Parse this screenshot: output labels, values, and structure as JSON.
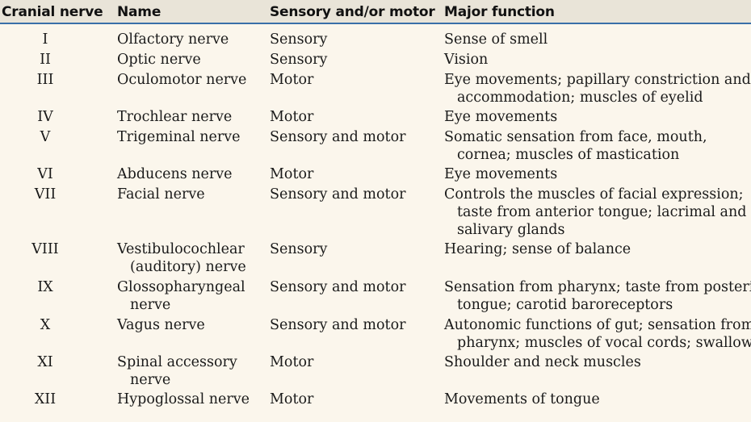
{
  "headers": {
    "num": "Cranial nerve",
    "name": "Name",
    "type": "Sensory and/or motor",
    "func": "Major function"
  },
  "rows": [
    {
      "num": "I",
      "name": [
        "Olfactory nerve"
      ],
      "type": "Sensory",
      "func": [
        "Sense of smell"
      ]
    },
    {
      "num": "II",
      "name": [
        "Optic nerve"
      ],
      "type": "Sensory",
      "func": [
        "Vision"
      ]
    },
    {
      "num": "III",
      "name": [
        "Oculomotor nerve"
      ],
      "type": "Motor",
      "func": [
        "Eye movements; papillary constriction and",
        "accommodation; muscles of eyelid"
      ]
    },
    {
      "num": "IV",
      "name": [
        "Trochlear nerve"
      ],
      "type": "Motor",
      "func": [
        "Eye movements"
      ]
    },
    {
      "num": "V",
      "name": [
        "Trigeminal nerve"
      ],
      "type": "Sensory and motor",
      "func": [
        "Somatic sensation from face, mouth,",
        "cornea; muscles of mastication"
      ]
    },
    {
      "num": "VI",
      "name": [
        "Abducens nerve"
      ],
      "type": "Motor",
      "func": [
        "Eye movements"
      ]
    },
    {
      "num": "VII",
      "name": [
        "Facial nerve"
      ],
      "type": "Sensory and motor",
      "func": [
        "Controls the muscles of facial expression;",
        "taste from anterior tongue; lacrimal and",
        "salivary glands"
      ]
    },
    {
      "num": "VIII",
      "name": [
        "Vestibulocochlear",
        "(auditory) nerve"
      ],
      "type": "Sensory",
      "func": [
        "Hearing; sense of balance"
      ]
    },
    {
      "num": "IX",
      "name": [
        "Glossopharyngeal",
        "nerve"
      ],
      "type": "Sensory and motor",
      "func": [
        "Sensation from pharynx; taste from posterior",
        "tongue; carotid baroreceptors"
      ]
    },
    {
      "num": "X",
      "name": [
        "Vagus nerve"
      ],
      "type": "Sensory and motor",
      "func": [
        "Autonomic functions of gut; sensation from",
        "pharynx; muscles of vocal cords; swallowing"
      ]
    },
    {
      "num": "XI",
      "name": [
        "Spinal accessory",
        "nerve"
      ],
      "type": "Motor",
      "func": [
        "Shoulder and neck muscles"
      ]
    },
    {
      "num": "XII",
      "name": [
        "Hypoglossal nerve"
      ],
      "type": "Motor",
      "func": [
        "Movements of tongue"
      ]
    }
  ]
}
